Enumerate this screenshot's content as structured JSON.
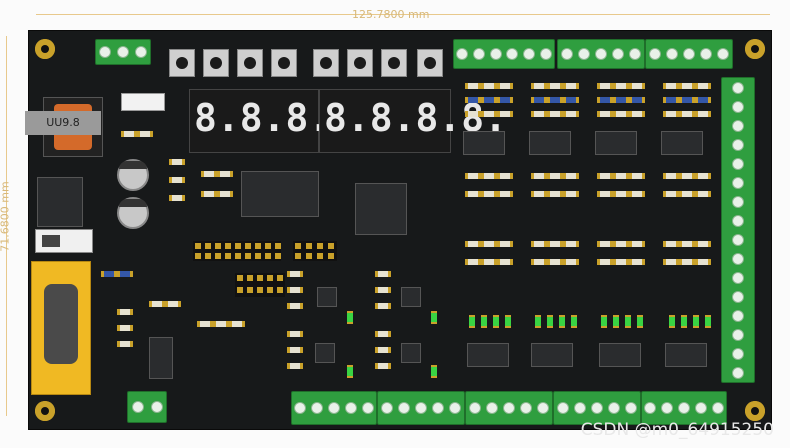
{
  "dimension_top": "125.7800 mm",
  "dimension_left": "71.6800 mm",
  "component_label": "UU9.8",
  "watermark": "CSDN @m0_64915250",
  "colors": {
    "board": "#17191a",
    "terminal": "#2f9e3f",
    "connector": "#f0b923",
    "pad": "#c9a12a",
    "led": "#39d443"
  }
}
